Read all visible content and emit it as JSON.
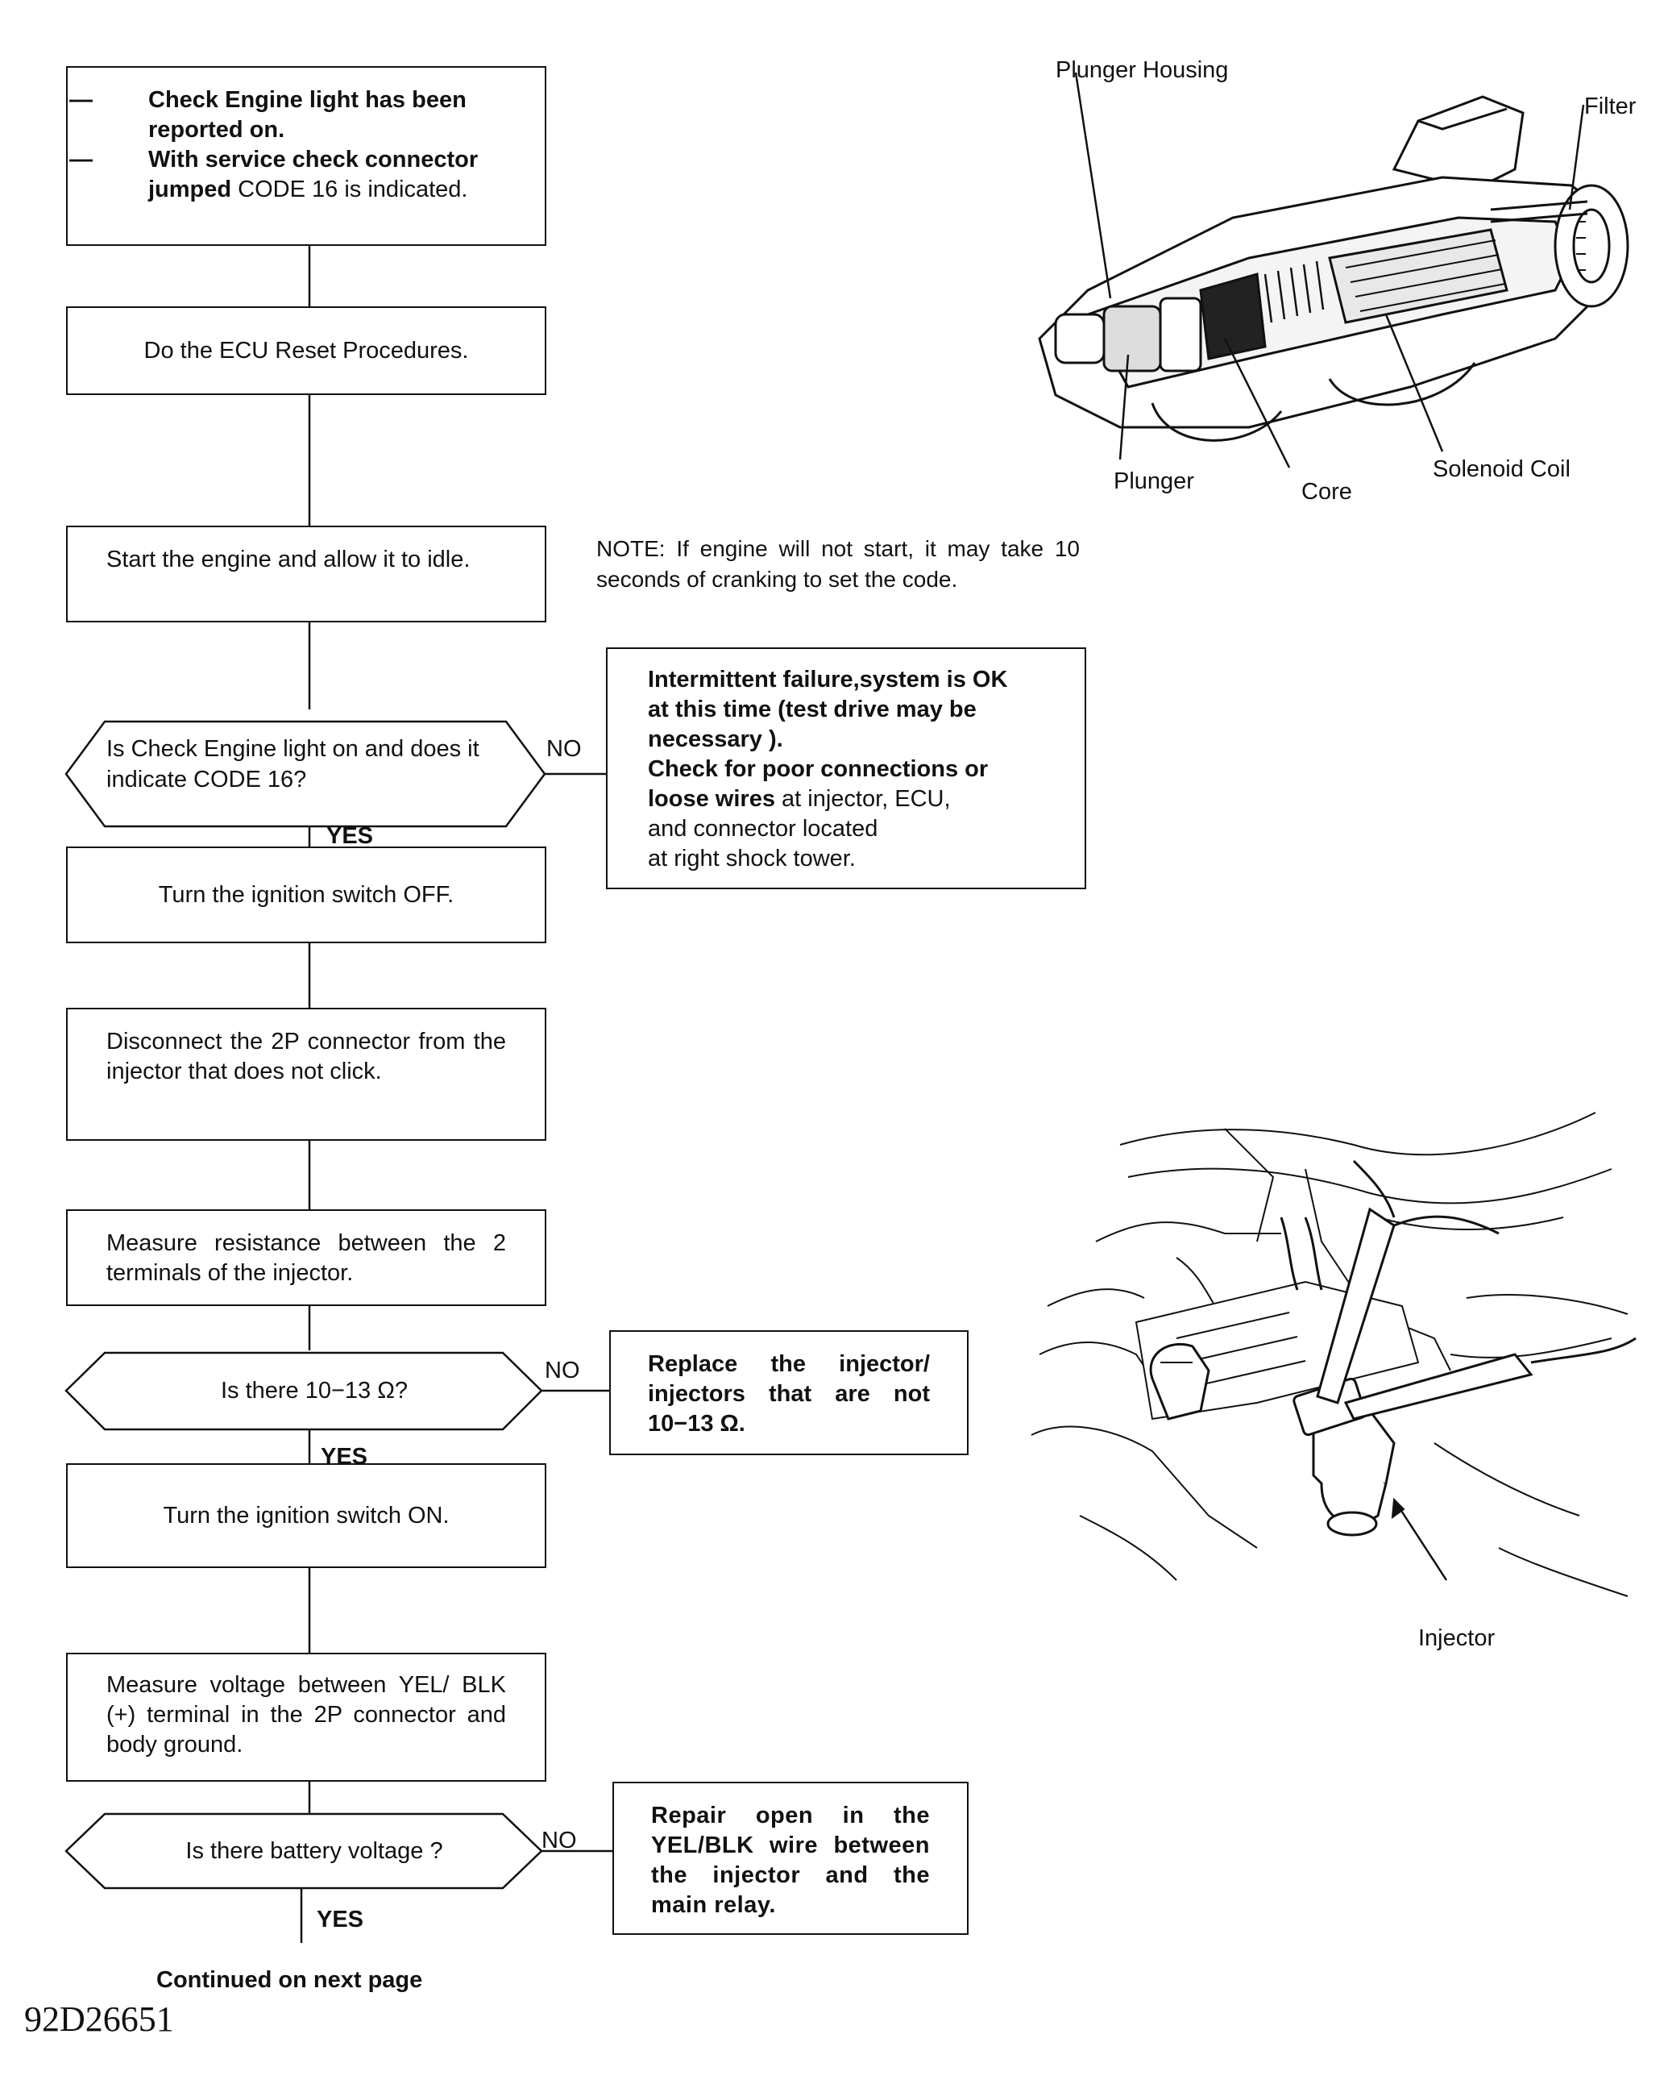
{
  "flowchart": {
    "box1": {
      "line1": "Check Engine light has been",
      "line2": "reported on.",
      "line3": "With service check connector",
      "line4_bold": "jumped",
      "line4_rest": " CODE 16 is indicated."
    },
    "box2": "Do the ECU Reset Procedures.",
    "box3": "Start the engine and allow it to idle.",
    "note": "NOTE: If engine will not start, it may take 10 seconds of cranking to set the code.",
    "decision1": "Is Check Engine light on and does it indicate CODE 16?",
    "decision1_no": "NO",
    "decision1_yes": "YES",
    "intermittent": {
      "l1": "Intermittent failure,system is OK",
      "l2": "at this time (test drive may be",
      "l3": "necessary ).",
      "l4": "Check for poor connections or",
      "l5_bold": "loose wires",
      "l5_rest": " at injector, ECU,",
      "l6": "and connector located",
      "l7": "at right shock tower."
    },
    "box4": "Turn the ignition switch OFF.",
    "box5": "Disconnect the 2P connector from the injector that does not click.",
    "box6": "Measure resistance between the 2 terminals of the injector.",
    "decision2": "Is there 10−13 Ω?",
    "decision2_no": "NO",
    "decision2_yes": "YES",
    "replace": "Replace the injector/ injectors that are not 10−13 Ω.",
    "box7": "Turn the ignition switch ON.",
    "box8": "Measure voltage between YEL/ BLK (+) terminal in the 2P connector and body ground.",
    "decision3": "Is there battery voltage ?",
    "decision3_no": "NO",
    "decision3_yes": "YES",
    "repair": "Repair open in the YEL/BLK wire between the injector and the main relay.",
    "continued": "Continued on next page"
  },
  "injector_diagram": {
    "labels": {
      "plunger_housing": "Plunger Housing",
      "filter": "Filter",
      "plunger": "Plunger",
      "core": "Core",
      "solenoid_coil": "Solenoid Coil"
    }
  },
  "engine_illustration": {
    "label": "Injector"
  },
  "figure_id": "92D26651"
}
